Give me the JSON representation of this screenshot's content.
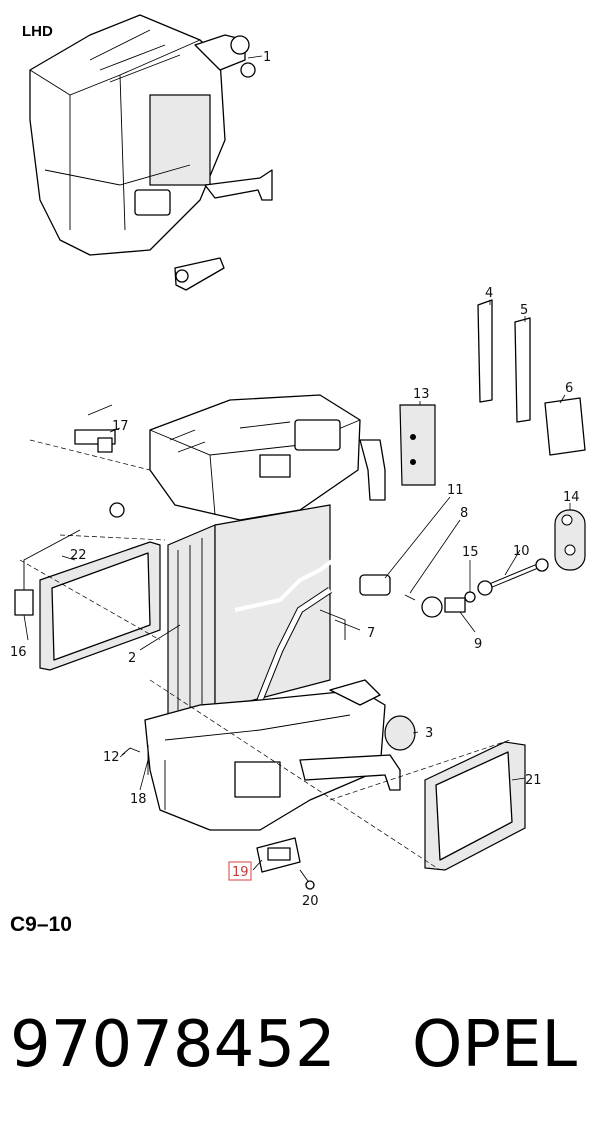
{
  "drawing": {
    "variant_label": "LHD",
    "section_code": "C9–10",
    "highlighted_callout": "19"
  },
  "callouts": [
    "1",
    "2",
    "3",
    "4",
    "5",
    "6",
    "7",
    "8",
    "9",
    "10",
    "11",
    "12",
    "13",
    "14",
    "15",
    "16",
    "17",
    "18",
    "19",
    "20",
    "21",
    "22"
  ],
  "caption": {
    "part_number": "97078452",
    "brand": "OPEL"
  },
  "colors": {
    "highlight": "#e06b6b"
  }
}
